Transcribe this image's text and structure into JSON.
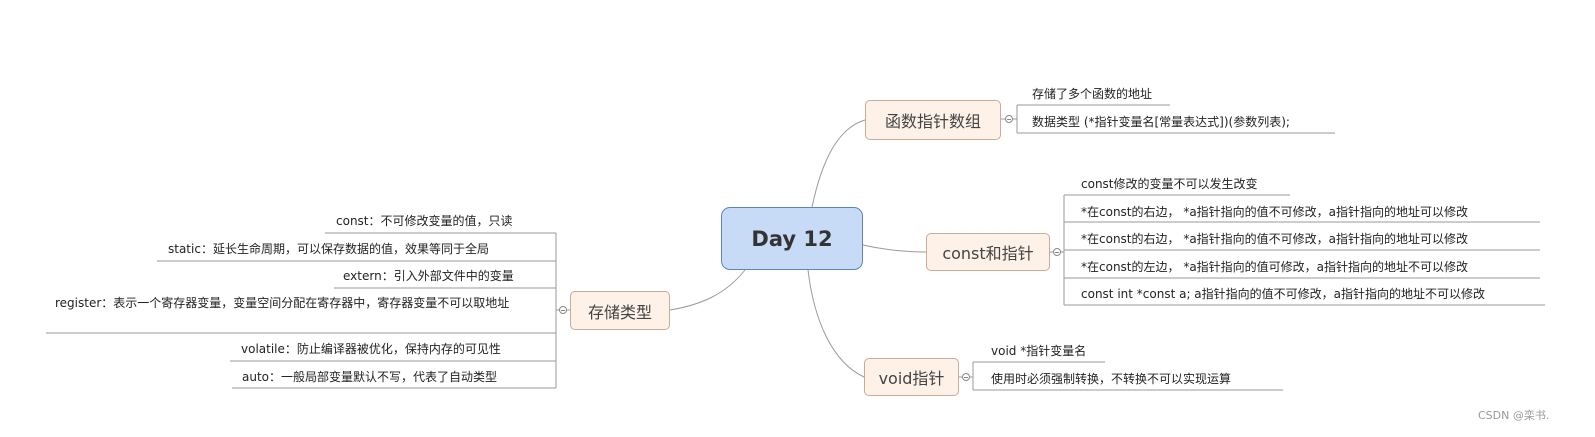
{
  "root": {
    "label": "Day 12"
  },
  "branches": {
    "func_ptr_array": {
      "label": "函数指针数组",
      "items": [
        "存储了多个函数的地址",
        "数据类型 (*指针变量名[常量表达式])(参数列表);"
      ]
    },
    "const_ptr": {
      "label": "const和指针",
      "items": [
        "const修改的变量不可以发生改变",
        "*在const的右边， *a指针指向的值不可修改，a指针指向的地址可以修改",
        "*在const的右边， *a指针指向的值不可修改，a指针指向的地址可以修改",
        "*在const的左边， *a指针指向的值可修改，a指针指向的地址不可以修改",
        "const int *const a; a指针指向的值不可修改，a指针指向的地址不可以修改"
      ]
    },
    "void_ptr": {
      "label": "void指针",
      "items": [
        "void *指针变量名",
        "使用时必须强制转换，不转换不可以实现运算"
      ]
    },
    "storage": {
      "label": "存储类型",
      "items": [
        "const：不可修改变量的值，只读",
        "static：延长生命周期，可以保存数据的值，效果等同于全局",
        "extern：引入外部文件中的变量",
        "register：表示一个寄存器变量，变量空间分配在寄存器中，寄存器变量不可以取地址",
        "volatile：防止编译器被优化，保持内存的可见性",
        "auto：一般局部变量默认不写，代表了自动类型"
      ]
    }
  },
  "colors": {
    "root_fill": "#c7dbf7",
    "root_border": "#5f84bd",
    "topic_fill": "#fdf1e8",
    "topic_border": "#c9ab96",
    "line": "#999999"
  },
  "watermark": "CSDN @栾书."
}
